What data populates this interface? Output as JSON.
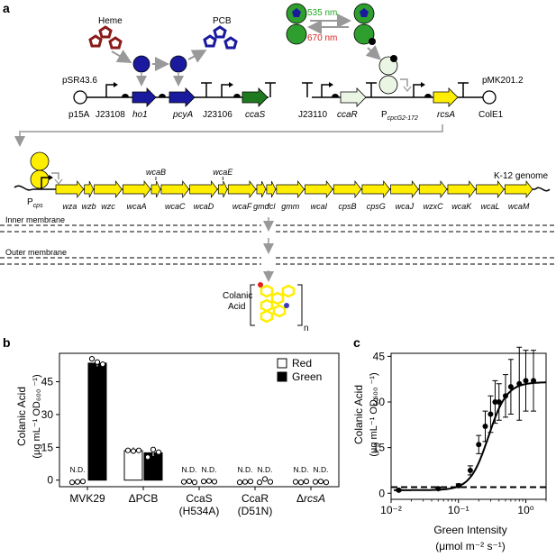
{
  "panels": {
    "a": "a",
    "b": "b",
    "c": "c"
  },
  "panel_a": {
    "heme_label": "Heme",
    "pcb_label": "PCB",
    "wavelength_green": "535 nm",
    "wavelength_red": "670 nm",
    "plasmid_left": "pSR43.6",
    "plasmid_right": "pMK201.2",
    "left_parts": [
      "p15A",
      "J23108",
      "ho1",
      "pcyA",
      "J23106",
      "ccaS"
    ],
    "right_parts": [
      "J23110",
      "ccaR",
      "P",
      "cpcG2-172",
      "rcsA",
      "ColE1"
    ],
    "genome_label": "K-12 genome",
    "pcps_main": "P",
    "pcps_sub": "cps",
    "genes_below": [
      "wza",
      "wzb",
      "wzc",
      "wcaA",
      "wcaC",
      "wcaD",
      "wcaF",
      "gmd",
      "fcl",
      "gmm",
      "wcaI",
      "cpsB",
      "cpsG",
      "wcaJ",
      "wzxC",
      "wcaK",
      "wcaL",
      "wcaM"
    ],
    "genes_above": [
      "wcaB",
      "wcaE"
    ],
    "inner_membrane": "Inner membrane",
    "outer_membrane": "Outer membrane",
    "product_line1": "Colanic",
    "product_line2": "Acid",
    "product_subscript": "n",
    "colors": {
      "heme": "#8b1a1a",
      "pcb": "#1a1a9e",
      "ho1_pcyA": "#1a1a9e",
      "ccaS": "#1f7a1f",
      "ccaR": "#eaf5e4",
      "rcsA": "#ffee00",
      "wca": "#ffee00",
      "green_nm": "#1fa81f",
      "red_nm": "#e01f1f"
    }
  },
  "panel_b": {
    "ylabel_line1": "Colanic Acid",
    "ylabel_line2": "(μg mL⁻¹ OD₆₀₀ ⁻¹)",
    "legend": [
      "Red",
      "Green"
    ],
    "nd": "N.D.",
    "chart_data": {
      "type": "bar",
      "categories": [
        "MVK29",
        "ΔPCB",
        "CcaS (H534A)",
        "CcaR (D51N)",
        "ΔrcsA"
      ],
      "category_lines": [
        [
          "MVK29"
        ],
        [
          "ΔPCB"
        ],
        [
          "CcaS",
          "(H534A)"
        ],
        [
          "CcaR",
          "(D51N)"
        ],
        [
          "ΔrcsA"
        ]
      ],
      "series": [
        {
          "name": "Red",
          "values": [
            null,
            13.5,
            null,
            null,
            null
          ],
          "points": [
            [
              -1,
              -0.8,
              -0.6
            ],
            [
              13.6,
              13.3,
              13.6
            ],
            [
              -0.8,
              -0.5,
              -1.0
            ],
            [
              -1.0,
              -0.8,
              -0.6
            ],
            [
              -0.8,
              -1.0,
              -0.6
            ]
          ],
          "nd": [
            true,
            false,
            true,
            true,
            true
          ]
        },
        {
          "name": "Green",
          "values": [
            53.5,
            12.5,
            null,
            null,
            null
          ],
          "points": [
            [
              55.5,
              54.0,
              53.0
            ],
            [
              10.5,
              14.0,
              12.8
            ],
            [
              -0.6,
              -0.4,
              -0.7
            ],
            [
              -1.0,
              0.5,
              -0.8
            ],
            [
              -0.8,
              -0.6,
              -1.0
            ]
          ],
          "nd": [
            false,
            false,
            true,
            true,
            true
          ]
        }
      ],
      "yticks": [
        0,
        15,
        30,
        45
      ],
      "ylim": [
        -3,
        58
      ]
    }
  },
  "panel_c": {
    "ylabel_line1": "Colanic Acid",
    "ylabel_line2": "(μg mL⁻¹ OD₆₀₀ ⁻¹)",
    "xlabel_line1": "Green Intensity",
    "xlabel_line2": "(μmol m⁻² s⁻¹)",
    "chart_data": {
      "type": "scatter",
      "x": [
        0.013,
        0.05,
        0.1,
        0.15,
        0.2,
        0.25,
        0.3,
        0.35,
        0.4,
        0.5,
        0.6,
        0.8,
        1.0,
        1.3
      ],
      "y": [
        1.0,
        1.5,
        2.5,
        7.5,
        16.0,
        22.0,
        26.0,
        30.0,
        30.0,
        32.0,
        35.0,
        36.0,
        37.0,
        37.0
      ],
      "err": [
        0.3,
        0.5,
        0.6,
        1.5,
        3.0,
        5.0,
        6.0,
        7.0,
        6.0,
        7.0,
        9.0,
        12.0,
        10.0,
        10.0
      ],
      "fit_max": 36.5,
      "fit_min": 1.0,
      "fit_k": 0.28,
      "fit_n": 3.2,
      "baseline": 2.0,
      "xticks": [
        "10⁻²",
        "10⁻¹",
        "10⁰"
      ],
      "xtick_values": [
        0.01,
        0.1,
        1
      ],
      "yticks": [
        0,
        15,
        30,
        45
      ],
      "xlim": [
        0.01,
        2
      ],
      "ylim": [
        -2,
        46
      ],
      "xscale": "log"
    }
  }
}
